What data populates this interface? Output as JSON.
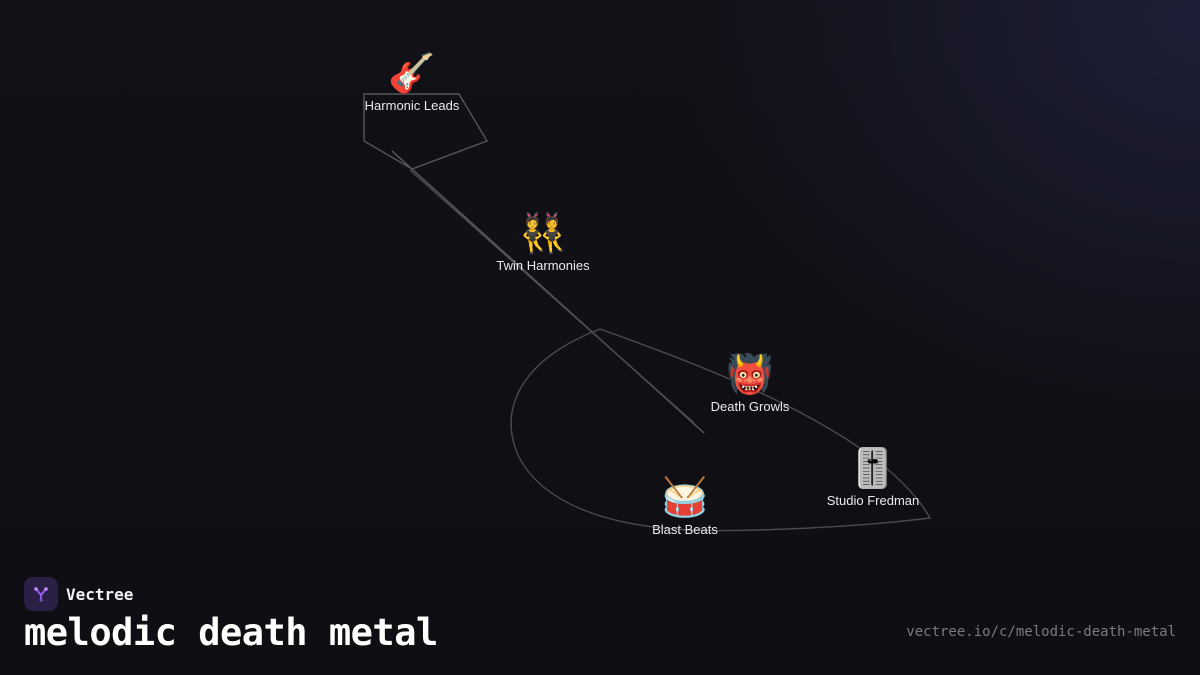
{
  "brand": {
    "name": "Vectree",
    "logo_icon": "vectree-tree-icon",
    "accent": "#a05cff"
  },
  "title": "melodic death metal",
  "url": "vectree.io/c/melodic-death-metal",
  "nodes": [
    {
      "id": "harmonic-leads",
      "label": "Harmonic Leads",
      "icon": "🎸",
      "icon_name": "guitar-icon"
    },
    {
      "id": "twin-harmonies",
      "label": "Twin Harmonies",
      "icon": "👯",
      "icon_name": "twins-icon"
    },
    {
      "id": "death-growls",
      "label": "Death Growls",
      "icon": "👹",
      "icon_name": "ogre-icon"
    },
    {
      "id": "studio-fredman",
      "label": "Studio Fredman",
      "icon": "🎚️",
      "icon_name": "level-slider-icon"
    },
    {
      "id": "blast-beats",
      "label": "Blast Beats",
      "icon": "🥁",
      "icon_name": "drum-icon"
    }
  ],
  "colors": {
    "background": "#111015",
    "edge": "#55555c",
    "glow": "#282a50"
  }
}
